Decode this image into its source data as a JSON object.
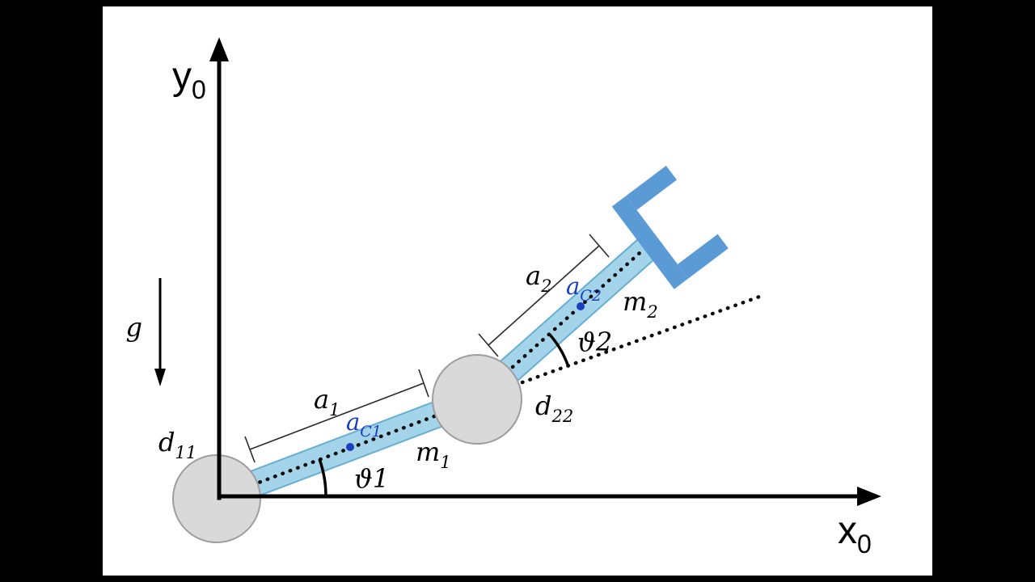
{
  "figure": {
    "type": "diagram",
    "subject": "Two-link planar robot manipulator with gravity vector and coordinate frame",
    "colors": {
      "letterbox": "#000000",
      "canvas": "#ffffff",
      "ink": "#000000",
      "link_fill": "#a3d4ea",
      "gripper_fill": "#5b9bd5",
      "joint_fill": "#d9d9d9",
      "accent_blue": "#1b3fbf"
    },
    "labels": {
      "y_axis": {
        "base": "y",
        "sub": "0"
      },
      "x_axis": {
        "base": "x",
        "sub": "0"
      },
      "gravity": "g",
      "joint1_offset": {
        "base": "d",
        "sub": "11"
      },
      "joint2_offset": {
        "base": "d",
        "sub": "22"
      },
      "link1_length": {
        "base": "a",
        "sub": "1"
      },
      "link2_length": {
        "base": "a",
        "sub": "2"
      },
      "link1_com": {
        "base": "a",
        "sub": "C1"
      },
      "link2_com": {
        "base": "a",
        "sub": "C2"
      },
      "link1_mass": {
        "base": "m",
        "sub": "1"
      },
      "link2_mass": {
        "base": "m",
        "sub": "2"
      },
      "joint1_angle": "ϑ1",
      "joint2_angle": "ϑ2"
    }
  }
}
